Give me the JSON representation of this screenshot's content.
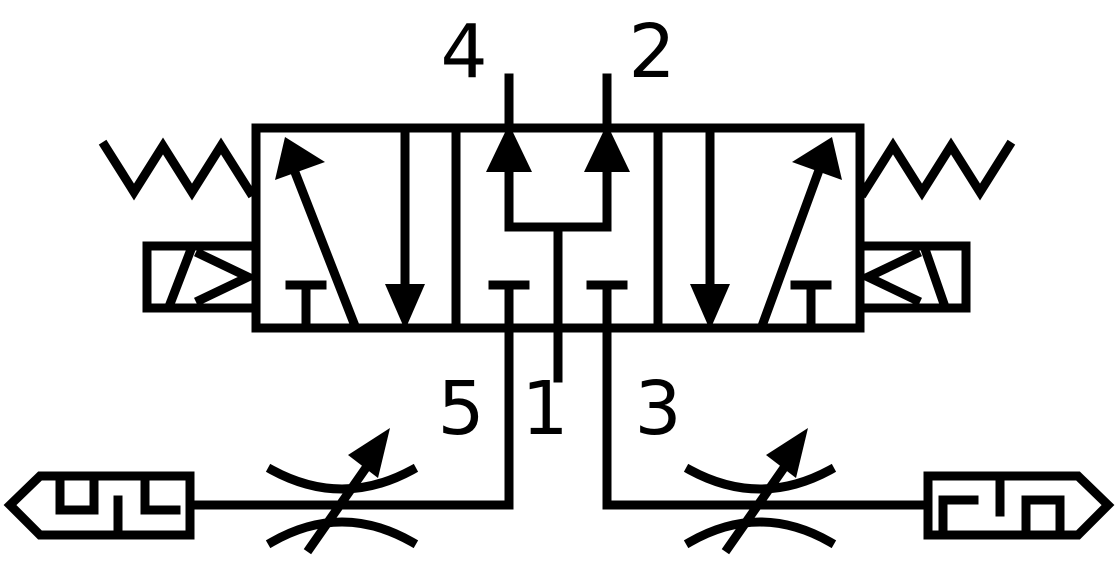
{
  "diagram": {
    "ports": {
      "port_4": "4",
      "port_2": "2",
      "port_5": "5",
      "port_1": "1",
      "port_3": "3"
    }
  }
}
